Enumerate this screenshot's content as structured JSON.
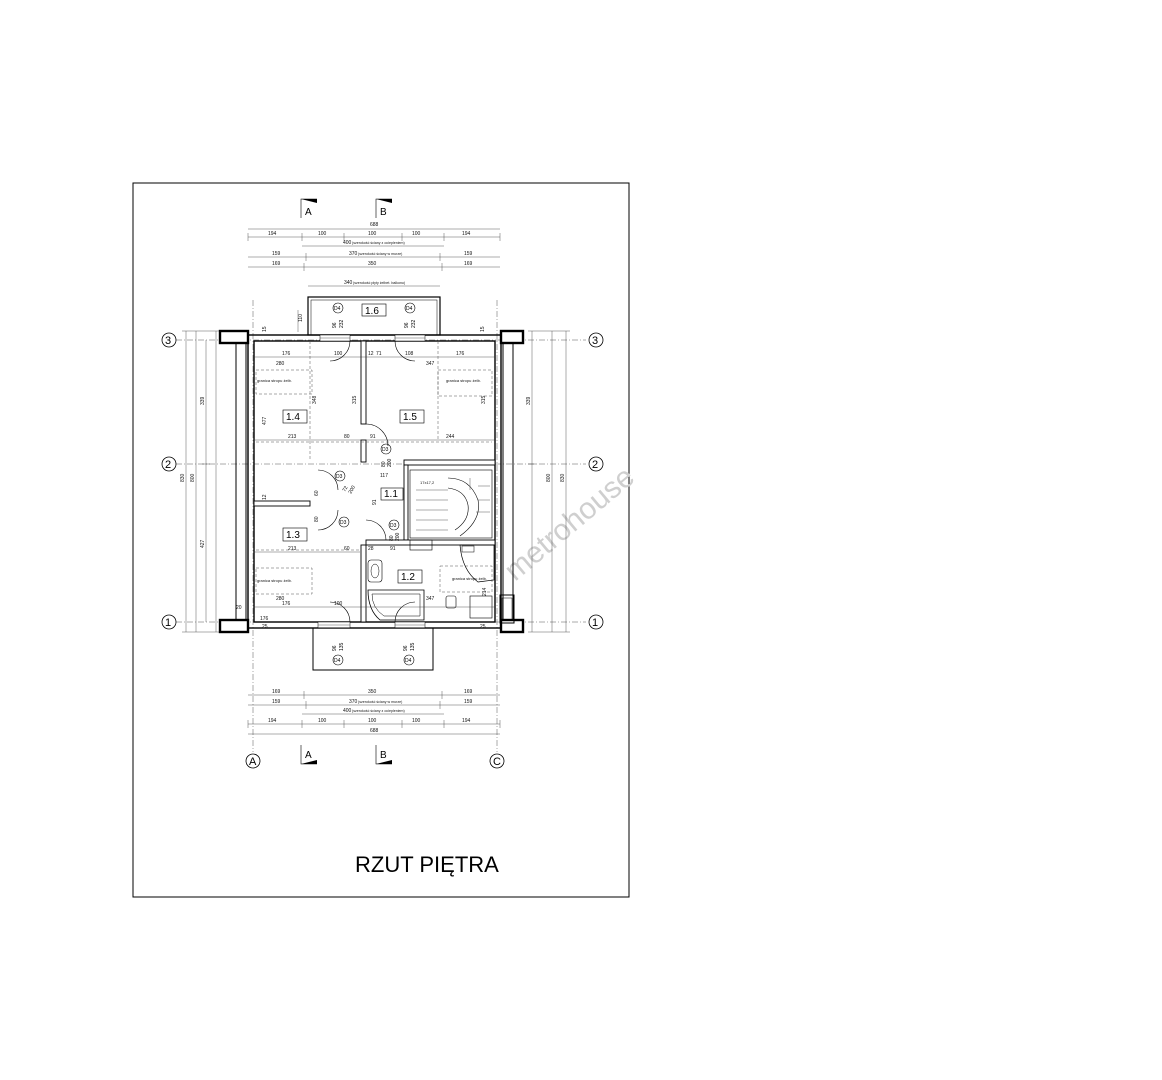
{
  "title": "RZUT PIĘTRA",
  "watermark": "metrohouse",
  "grid_axes": {
    "rows": [
      "3",
      "2",
      "1"
    ],
    "columns": [
      "A",
      "C"
    ]
  },
  "sections": [
    "A",
    "B"
  ],
  "rooms": [
    "1.1",
    "1.2",
    "1.3",
    "1.4",
    "1.5",
    "1.6"
  ],
  "doors": {
    "d3": "D3",
    "d4": "D4",
    "sizes_top": [
      "96",
      "232"
    ],
    "sizes_bottom": [
      "96",
      "135"
    ],
    "inner": [
      "80",
      "200",
      "72",
      "200"
    ]
  },
  "notes": {
    "slab_boundary": "granica stropu żelb.",
    "stair": "17x17,2"
  },
  "dims_top": {
    "overall": "688",
    "r1": [
      "194",
      "100",
      "100",
      "100",
      "194"
    ],
    "r2_value": "400",
    "r2_note": "(szerokość ściany z ociepleniem)",
    "r3": [
      "159",
      "370",
      "159"
    ],
    "r3_note": "(szerokość ściany w murze)",
    "r4": [
      "169",
      "350",
      "169"
    ],
    "balcony": "340",
    "balcony_note": "(szerokość płyty żelbet. balkonu)"
  },
  "dims_bottom": {
    "r1": [
      "169",
      "350",
      "169"
    ],
    "r2": [
      "159",
      "370",
      "159"
    ],
    "r2_note": "(szerokość ściany w murze)",
    "r3_value": "400",
    "r3_note": "(szerokość ściany z ociepleniem)",
    "r4": [
      "194",
      "100",
      "100",
      "100",
      "194"
    ],
    "overall": "688"
  },
  "dims_side": {
    "left": [
      "339",
      "427",
      "800",
      "830"
    ],
    "right": [
      "339",
      "800",
      "830"
    ]
  },
  "dims_inner": [
    "176",
    "100",
    "12",
    "71",
    "108",
    "176",
    "280",
    "347",
    "213",
    "80",
    "244",
    "91",
    "315",
    "348",
    "477",
    "117",
    "280",
    "176",
    "100",
    "347",
    "213",
    "60",
    "91",
    "214",
    "176",
    "20",
    "110",
    "15",
    "25",
    "12",
    "60",
    "80",
    "91",
    "28"
  ]
}
